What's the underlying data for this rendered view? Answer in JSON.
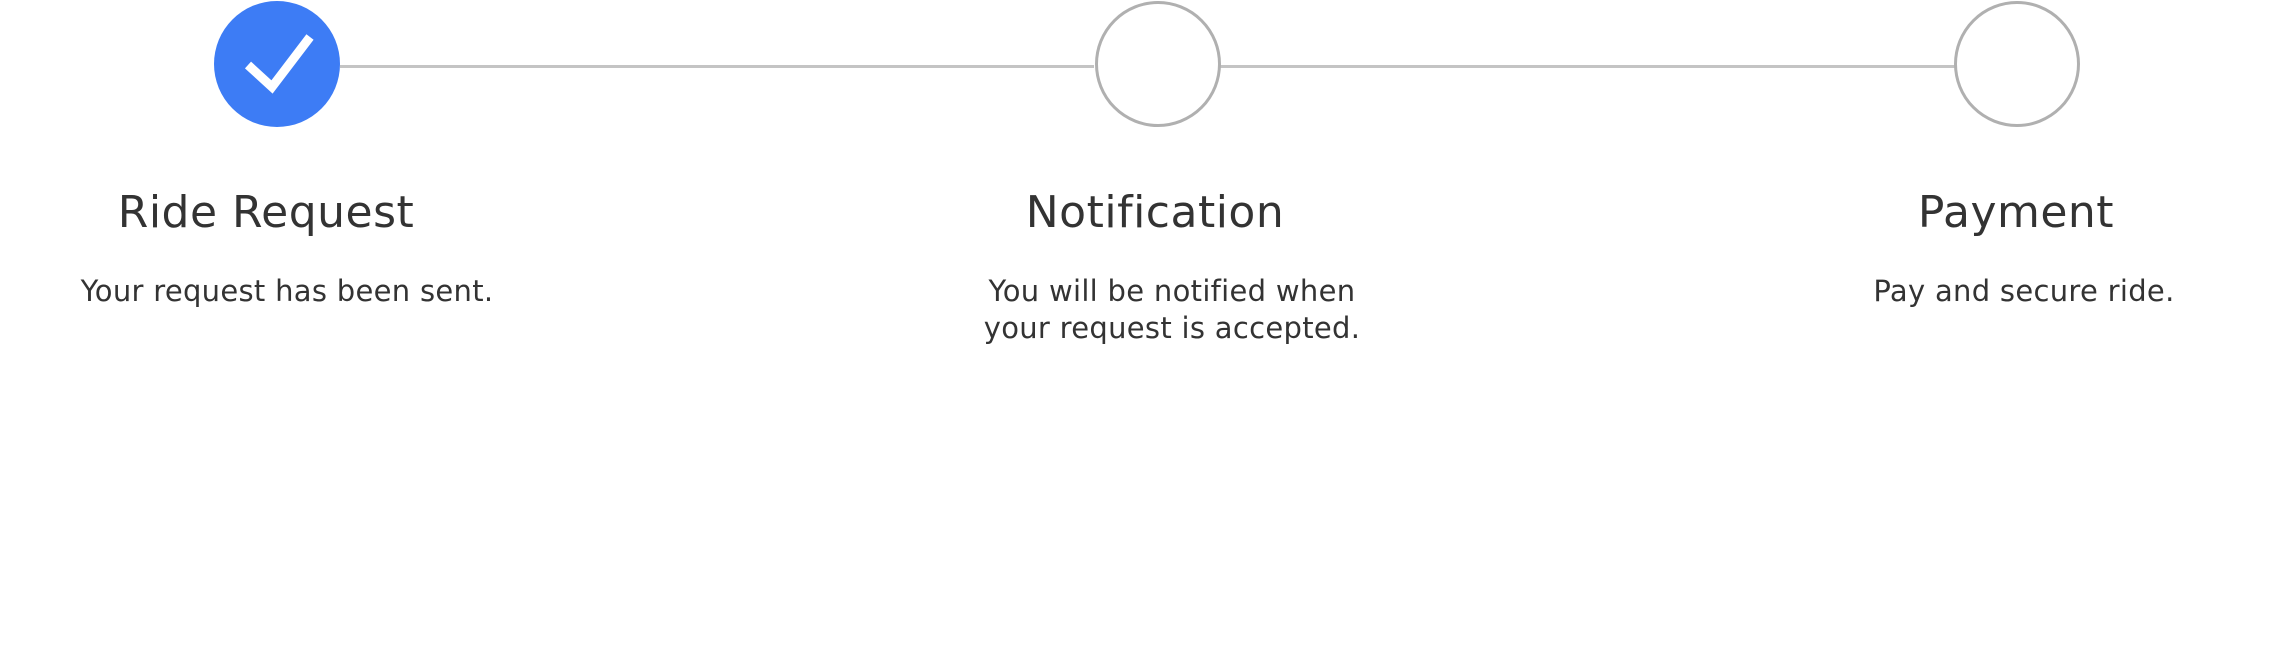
{
  "stepper": {
    "steps": [
      {
        "title": "Ride Request",
        "description": "Your request has been sent.",
        "status": "complete",
        "icon": "check-icon"
      },
      {
        "title": "Notification",
        "description": "You will be notified when\nyour request is accepted.",
        "status": "pending",
        "icon": ""
      },
      {
        "title": "Payment",
        "description": "Pay and secure ride.",
        "status": "pending",
        "icon": ""
      }
    ]
  },
  "colors": {
    "accent": "#3d7cf5",
    "pending_border": "#b0b0b0",
    "connector": "#c4c4c4",
    "text": "#333333",
    "background": "#ffffff"
  }
}
